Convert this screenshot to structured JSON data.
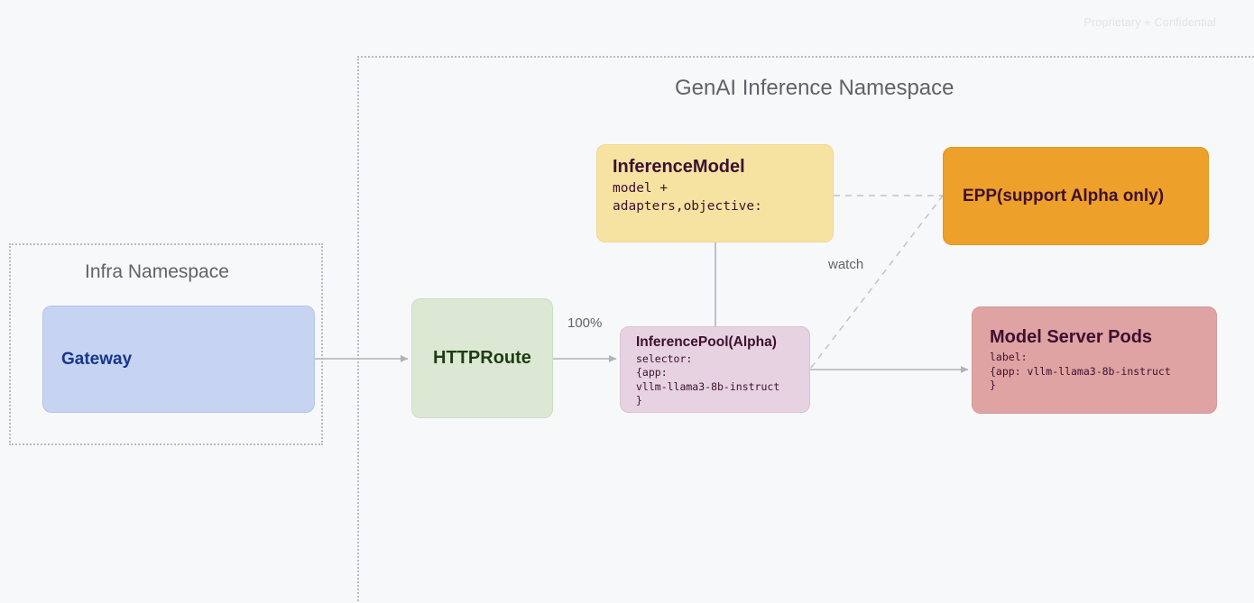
{
  "watermark": "Proprietary + Confidential",
  "namespaces": [
    {
      "id": "infra",
      "title": "Infra Namespace"
    },
    {
      "id": "genai",
      "title": "GenAI Inference Namespace"
    }
  ],
  "nodes": {
    "gateway": {
      "title": "Gateway",
      "fill": "#c6d4f2",
      "text_color": "#17368c"
    },
    "httproute": {
      "title": "HTTPRoute",
      "fill": "#dde8d4",
      "text_color": "#1d3d12"
    },
    "inference_model": {
      "title": "InferenceModel",
      "body": "model +\nadapters,objective:",
      "fill": "#f7e3a1",
      "text_color": "#3d1030"
    },
    "epp": {
      "title": "EPP(support Alpha only)",
      "fill": "#eda02a",
      "text_color": "#3d1030"
    },
    "inference_pool": {
      "title": "InferencePool(Alpha)",
      "body": "selector:\n{app:\nvllm-llama3-8b-instruct\n}",
      "fill": "#e6d2e0",
      "text_color": "#3d1030"
    },
    "model_server_pods": {
      "title": "Model Server Pods",
      "body": "label:\n{app: vllm-llama3-8b-instruct\n}",
      "fill": "#e0a3a3",
      "text_color": "#3d1030"
    }
  },
  "edges": {
    "gateway_to_httproute": {
      "label": ""
    },
    "httproute_to_pool": {
      "label": "100%"
    },
    "pool_to_epp": {
      "label": "watch"
    },
    "model_to_epp": {
      "label": ""
    },
    "pool_to_pods": {
      "label": ""
    }
  },
  "colors": {
    "background": "#f7f8fa",
    "edge_line": "#b0b2b6",
    "dotted_border": "#b9bbc0",
    "namespace_title": "#5f6368"
  }
}
